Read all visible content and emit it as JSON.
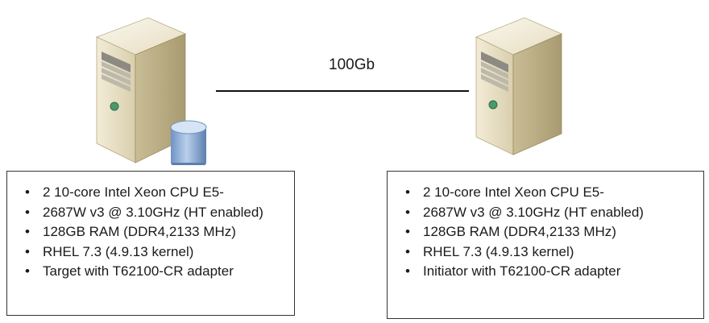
{
  "link": {
    "label": "100Gb"
  },
  "left_server": {
    "specs": [
      "2 10-core Intel Xeon CPU E5-",
      "2687W v3 @ 3.10GHz (HT enabled)",
      "128GB RAM (DDR4,2133 MHz)",
      "RHEL 7.3 (4.9.13 kernel)",
      "Target with T62100-CR adapter"
    ]
  },
  "right_server": {
    "specs": [
      "2 10-core Intel Xeon CPU E5-",
      "2687W v3 @ 3.10GHz (HT enabled)",
      "128GB RAM (DDR4,2133 MHz)",
      "RHEL 7.3 (4.9.13 kernel)",
      "Initiator with T62100-CR adapter"
    ]
  },
  "icons": {
    "left": "server-tower-with-storage-icon",
    "right": "server-tower-icon"
  }
}
